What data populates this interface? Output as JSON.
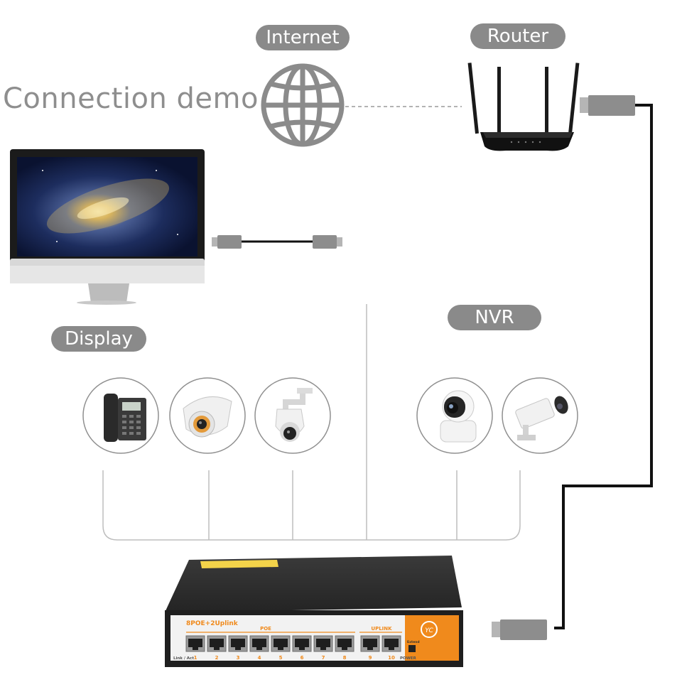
{
  "title": "Connection demo",
  "labels": {
    "internet": "Internet",
    "router": "Router",
    "display": "Display",
    "nvr": "NVR"
  },
  "devices": {
    "left": [
      "ip-phone-icon",
      "dome-camera-icon",
      "ptz-camera-icon"
    ],
    "right": [
      "pan-tilt-camera-icon",
      "bullet-camera-icon"
    ]
  },
  "switch": {
    "model": "8POE+2Uplink",
    "poe_label": "POE",
    "uplink_label": "UPLINK",
    "link_label": "Link / Act",
    "power_label": "POWER",
    "extend_label": "Extend",
    "port_numbers": [
      "1",
      "2",
      "3",
      "4",
      "5",
      "6",
      "7",
      "8",
      "9",
      "10"
    ],
    "colors": {
      "body": "#2b2b2b",
      "front": "#f2f2f2",
      "accent": "#f08a1c",
      "sticker": "#f3d34a"
    }
  }
}
